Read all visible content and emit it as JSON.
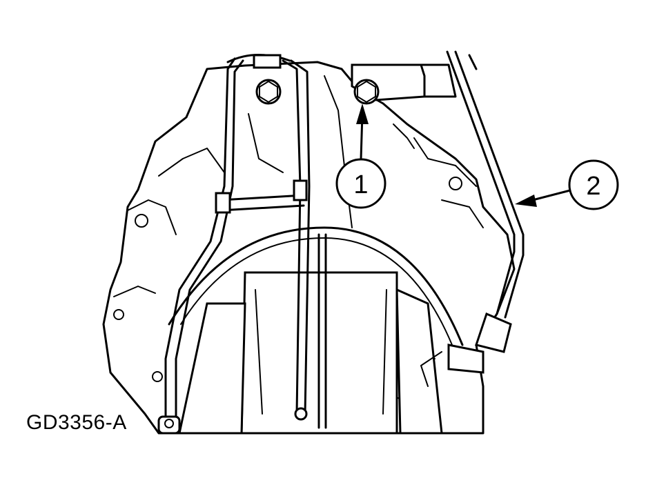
{
  "figure_id": "GD3356-A",
  "callouts": [
    {
      "label": "1"
    },
    {
      "label": "2"
    }
  ]
}
